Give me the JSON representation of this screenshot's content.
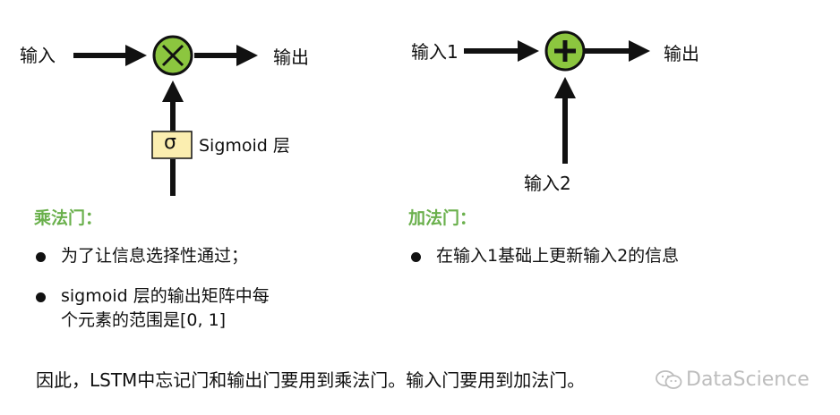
{
  "multiply_gate": {
    "input_label": "输入",
    "output_label": "输出",
    "sigma_symbol": "σ",
    "sigmoid_label": "Sigmoid 层",
    "title": "乘法门：",
    "bullets": [
      [
        "为了让信息选择性通过；"
      ],
      [
        "sigmoid 层的输出矩阵中每",
        "个元素的范围是[0, 1]"
      ]
    ]
  },
  "add_gate": {
    "input1_label": "输入1",
    "input2_label": "输入2",
    "output_label": "输出",
    "title": "加法门：",
    "bullets": [
      [
        "在输入1基础上更新输入2的信息"
      ]
    ]
  },
  "footer": "因此，LSTM中忘记门和输出门要用到乘法门。输入门要用到加法门。",
  "watermark": "DataScience",
  "colors": {
    "gate_fill": "#8cc63f",
    "sigmoid_fill": "#fbeeb0",
    "title_green": "#6ab04c",
    "arrow": "#111111"
  },
  "icons": {
    "multiply": "multiply-icon",
    "plus": "plus-icon",
    "watermark": "wechat-icon"
  }
}
